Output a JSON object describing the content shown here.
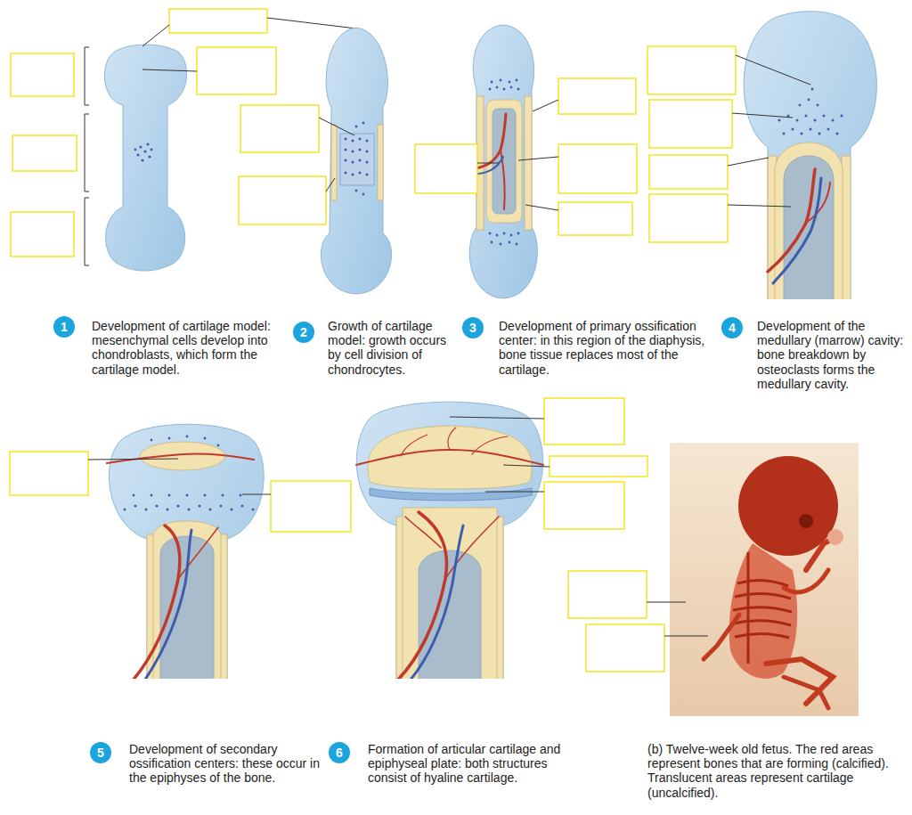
{
  "diagram": {
    "nodes": [
      {
        "text": [
          "1"
        ]
      },
      {
        "text": [
          "2"
        ]
      },
      {
        "text": [
          "3"
        ]
      },
      {
        "text": [
          "4"
        ]
      },
      {
        "text": [
          "5"
        ]
      },
      {
        "text": [
          "6"
        ]
      }
    ],
    "labels": [
      "Development of cartilage model: mesenchymal cells develop into chondroblasts, which form the cartilage model.",
      "Growth of cartilage model: growth occurs by cell division of chondrocytes.",
      "Development of primary ossification center: in this region of the diaphysis, bone tissue replaces most of the cartilage.",
      "Development of the medullary (marrow) cavity: bone breakdown by osteoclasts forms the medullary cavity.",
      "Development of secondary ossification centers: these occur in the epiphyses of the bone.",
      "Formation of articular cartilage and epiphyseal plate: both structures consist of hyaline cartilage.",
      "(b) Twelve-week old fetus. The red areas represent bones that are forming (calcified). Translucent areas represent cartilage (uncalcified)."
    ]
  }
}
